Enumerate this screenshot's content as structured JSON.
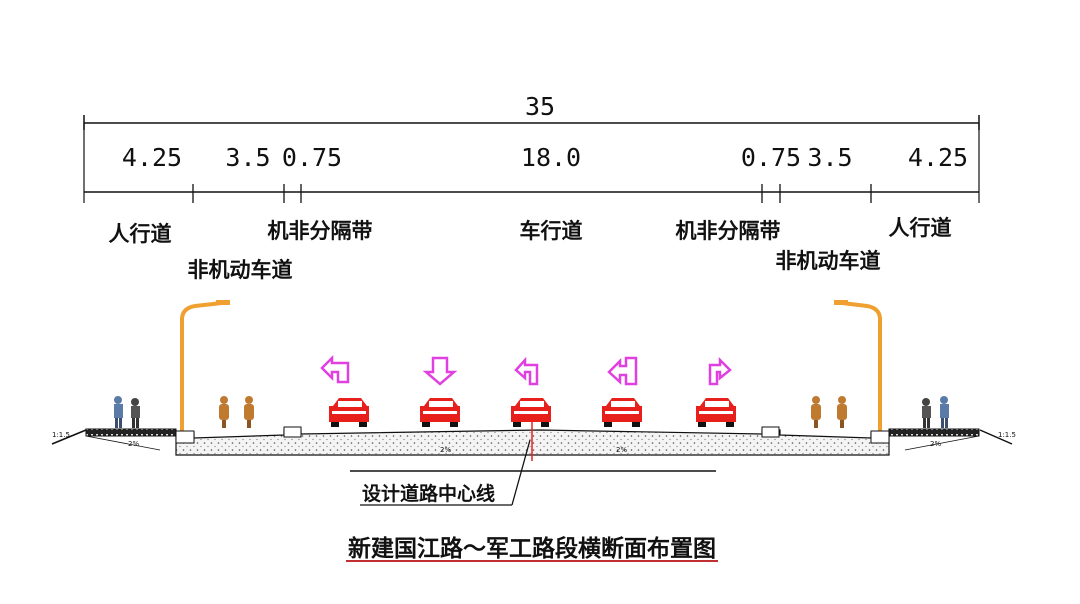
{
  "total_width": "35",
  "segments": [
    "4.25",
    "3.5",
    "0.75",
    "18.0",
    "0.75",
    "3.5",
    "4.25"
  ],
  "labels": {
    "sidewalk_left": "人行道",
    "bike_lane_left": "非机动车道",
    "separator_left": "机非分隔带",
    "carriageway": "车行道",
    "separator_right": "机非分隔带",
    "bike_lane_right": "非机动车道",
    "sidewalk_right": "人行道"
  },
  "centerline_label": "设计道路中心线",
  "slope_left": "1:1.5",
  "slope_right": "1:1.5",
  "grade_sidewalk": "2%",
  "grade_road": "2%",
  "title": "新建国江路～军工路段横断面布置图",
  "colors": {
    "car": "#e8201c",
    "arrow": "#e040e0",
    "lamp": "#f0a030",
    "cyclist": "#c07a30",
    "pedestrian": "#5a7aa8",
    "title_underline": "#c03030"
  }
}
